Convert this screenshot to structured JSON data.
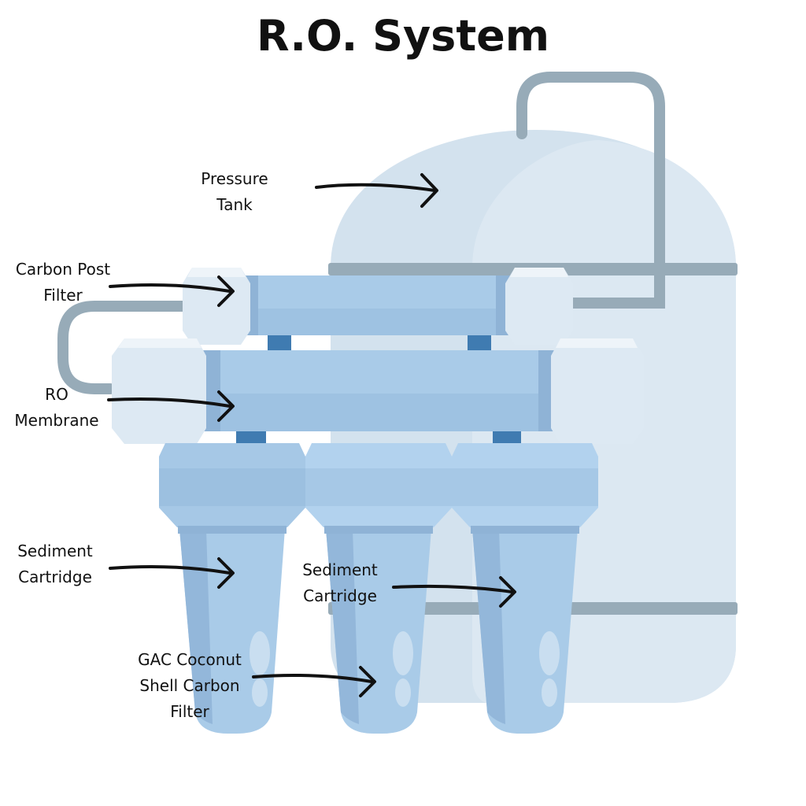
{
  "title": "R.O. System",
  "labels": {
    "pressure_tank": [
      "Pressure",
      "Tank"
    ],
    "carbon_post_filter": [
      "Carbon Post",
      "Filter"
    ],
    "ro_membrane": [
      "RO",
      "Membrane"
    ],
    "sediment_cartridge_left": [
      "Sediment",
      "Cartridge"
    ],
    "sediment_cartridge_right": [
      "Sediment",
      "Cartridge"
    ],
    "gac_filter": [
      "GAC Coconut",
      "Shell Carbon",
      "Filter"
    ]
  },
  "colors": {
    "tank": "#d2e2ef",
    "tank_band": "#97abb8",
    "pipe": "#97abb8",
    "housing": "#a9cbe8",
    "housing_dark": "#8fb3d6",
    "cap": "#dde9f3",
    "connector": "#3f7bb1",
    "arrow": "#111111"
  }
}
